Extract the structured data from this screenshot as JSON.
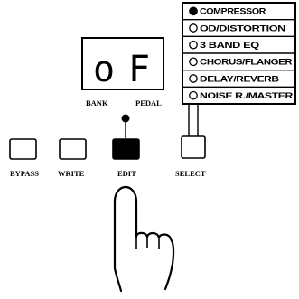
{
  "display": {
    "digit_left": "o",
    "digit_right": "F",
    "bank_label": "BANK",
    "pedal_label": "PEDAL"
  },
  "effects": {
    "items": [
      {
        "label": "COMPRESSOR",
        "selected": true
      },
      {
        "label": "OD/DISTORTION",
        "selected": false
      },
      {
        "label": "3 BAND EQ",
        "selected": false
      },
      {
        "label": "CHORUS/FLANGER",
        "selected": false
      },
      {
        "label": "DELAY/REVERB",
        "selected": false
      },
      {
        "label": "NOISE R./MASTER",
        "selected": false
      }
    ]
  },
  "buttons": {
    "bypass": "BYPASS",
    "write": "WRITE",
    "edit": "EDIT",
    "select": "SELECT"
  },
  "edit_led": {
    "lit": true
  }
}
